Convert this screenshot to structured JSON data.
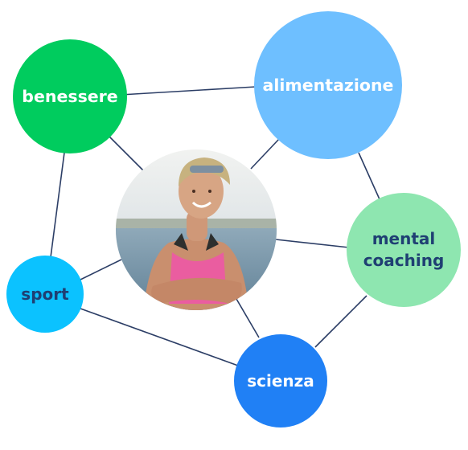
{
  "nodes": {
    "benessere": {
      "label": "benessere",
      "fill": "#00cc5e",
      "text_color": "#ffffff"
    },
    "alimentazione": {
      "label": "alimentazione",
      "fill": "#6ebfff",
      "text_color": "#ffffff"
    },
    "mental": {
      "label_line1": "mental",
      "label_line2": "coaching",
      "fill": "#8ee6b0",
      "text_color": "#1f3f73"
    },
    "sport": {
      "label": "sport",
      "fill": "#0bc2ff",
      "text_color": "#1f3f73"
    },
    "scienza": {
      "label": "scienza",
      "fill": "#2080f5",
      "text_color": "#ffffff"
    }
  },
  "photo": {
    "subject": "woman-swimmer-photo"
  },
  "colors": {
    "connector": "#2c3e66"
  }
}
